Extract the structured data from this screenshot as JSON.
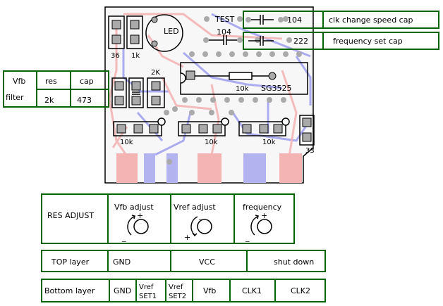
{
  "board": {
    "pad_labels": {
      "res_36": "36",
      "res_1k": "1k",
      "led": "LED",
      "test": "TEST",
      "cap_104_top": "104",
      "res_2k": "2K",
      "res_10k_mid": "10k",
      "ic": "SG3525",
      "pot1": "10k",
      "pot2": "10k",
      "pot3": "10k",
      "res_33": "33"
    }
  },
  "clk_speed": {
    "value": "104",
    "label": "clk change speed cap"
  },
  "freq_set": {
    "value": "222",
    "label": "frequency set cap"
  },
  "vfb_filter": {
    "title_line1": "Vfb",
    "title_line2": "filter",
    "col_res": "res",
    "col_cap": "cap",
    "res_value": "2k",
    "cap_value": "473"
  },
  "adjust_table": {
    "title": "RES ADJUST",
    "cells": [
      {
        "label": "Vfb adjust"
      },
      {
        "label": "Vref adjust"
      },
      {
        "label": "frequency"
      }
    ],
    "plus": "+",
    "minus": "_"
  },
  "top_layer": {
    "title": "TOP layer",
    "cells": [
      "GND",
      "VCC",
      "shut down"
    ]
  },
  "bottom_layer": {
    "title": "Bottom layer",
    "cells": [
      "GND",
      "Vref SET1",
      "Vref SET2",
      "Vfb",
      "CLK1",
      "CLK2"
    ],
    "set1_line1": "Vref",
    "set1_line2": "SET1",
    "set2_line1": "Vref",
    "set2_line2": "SET2"
  }
}
